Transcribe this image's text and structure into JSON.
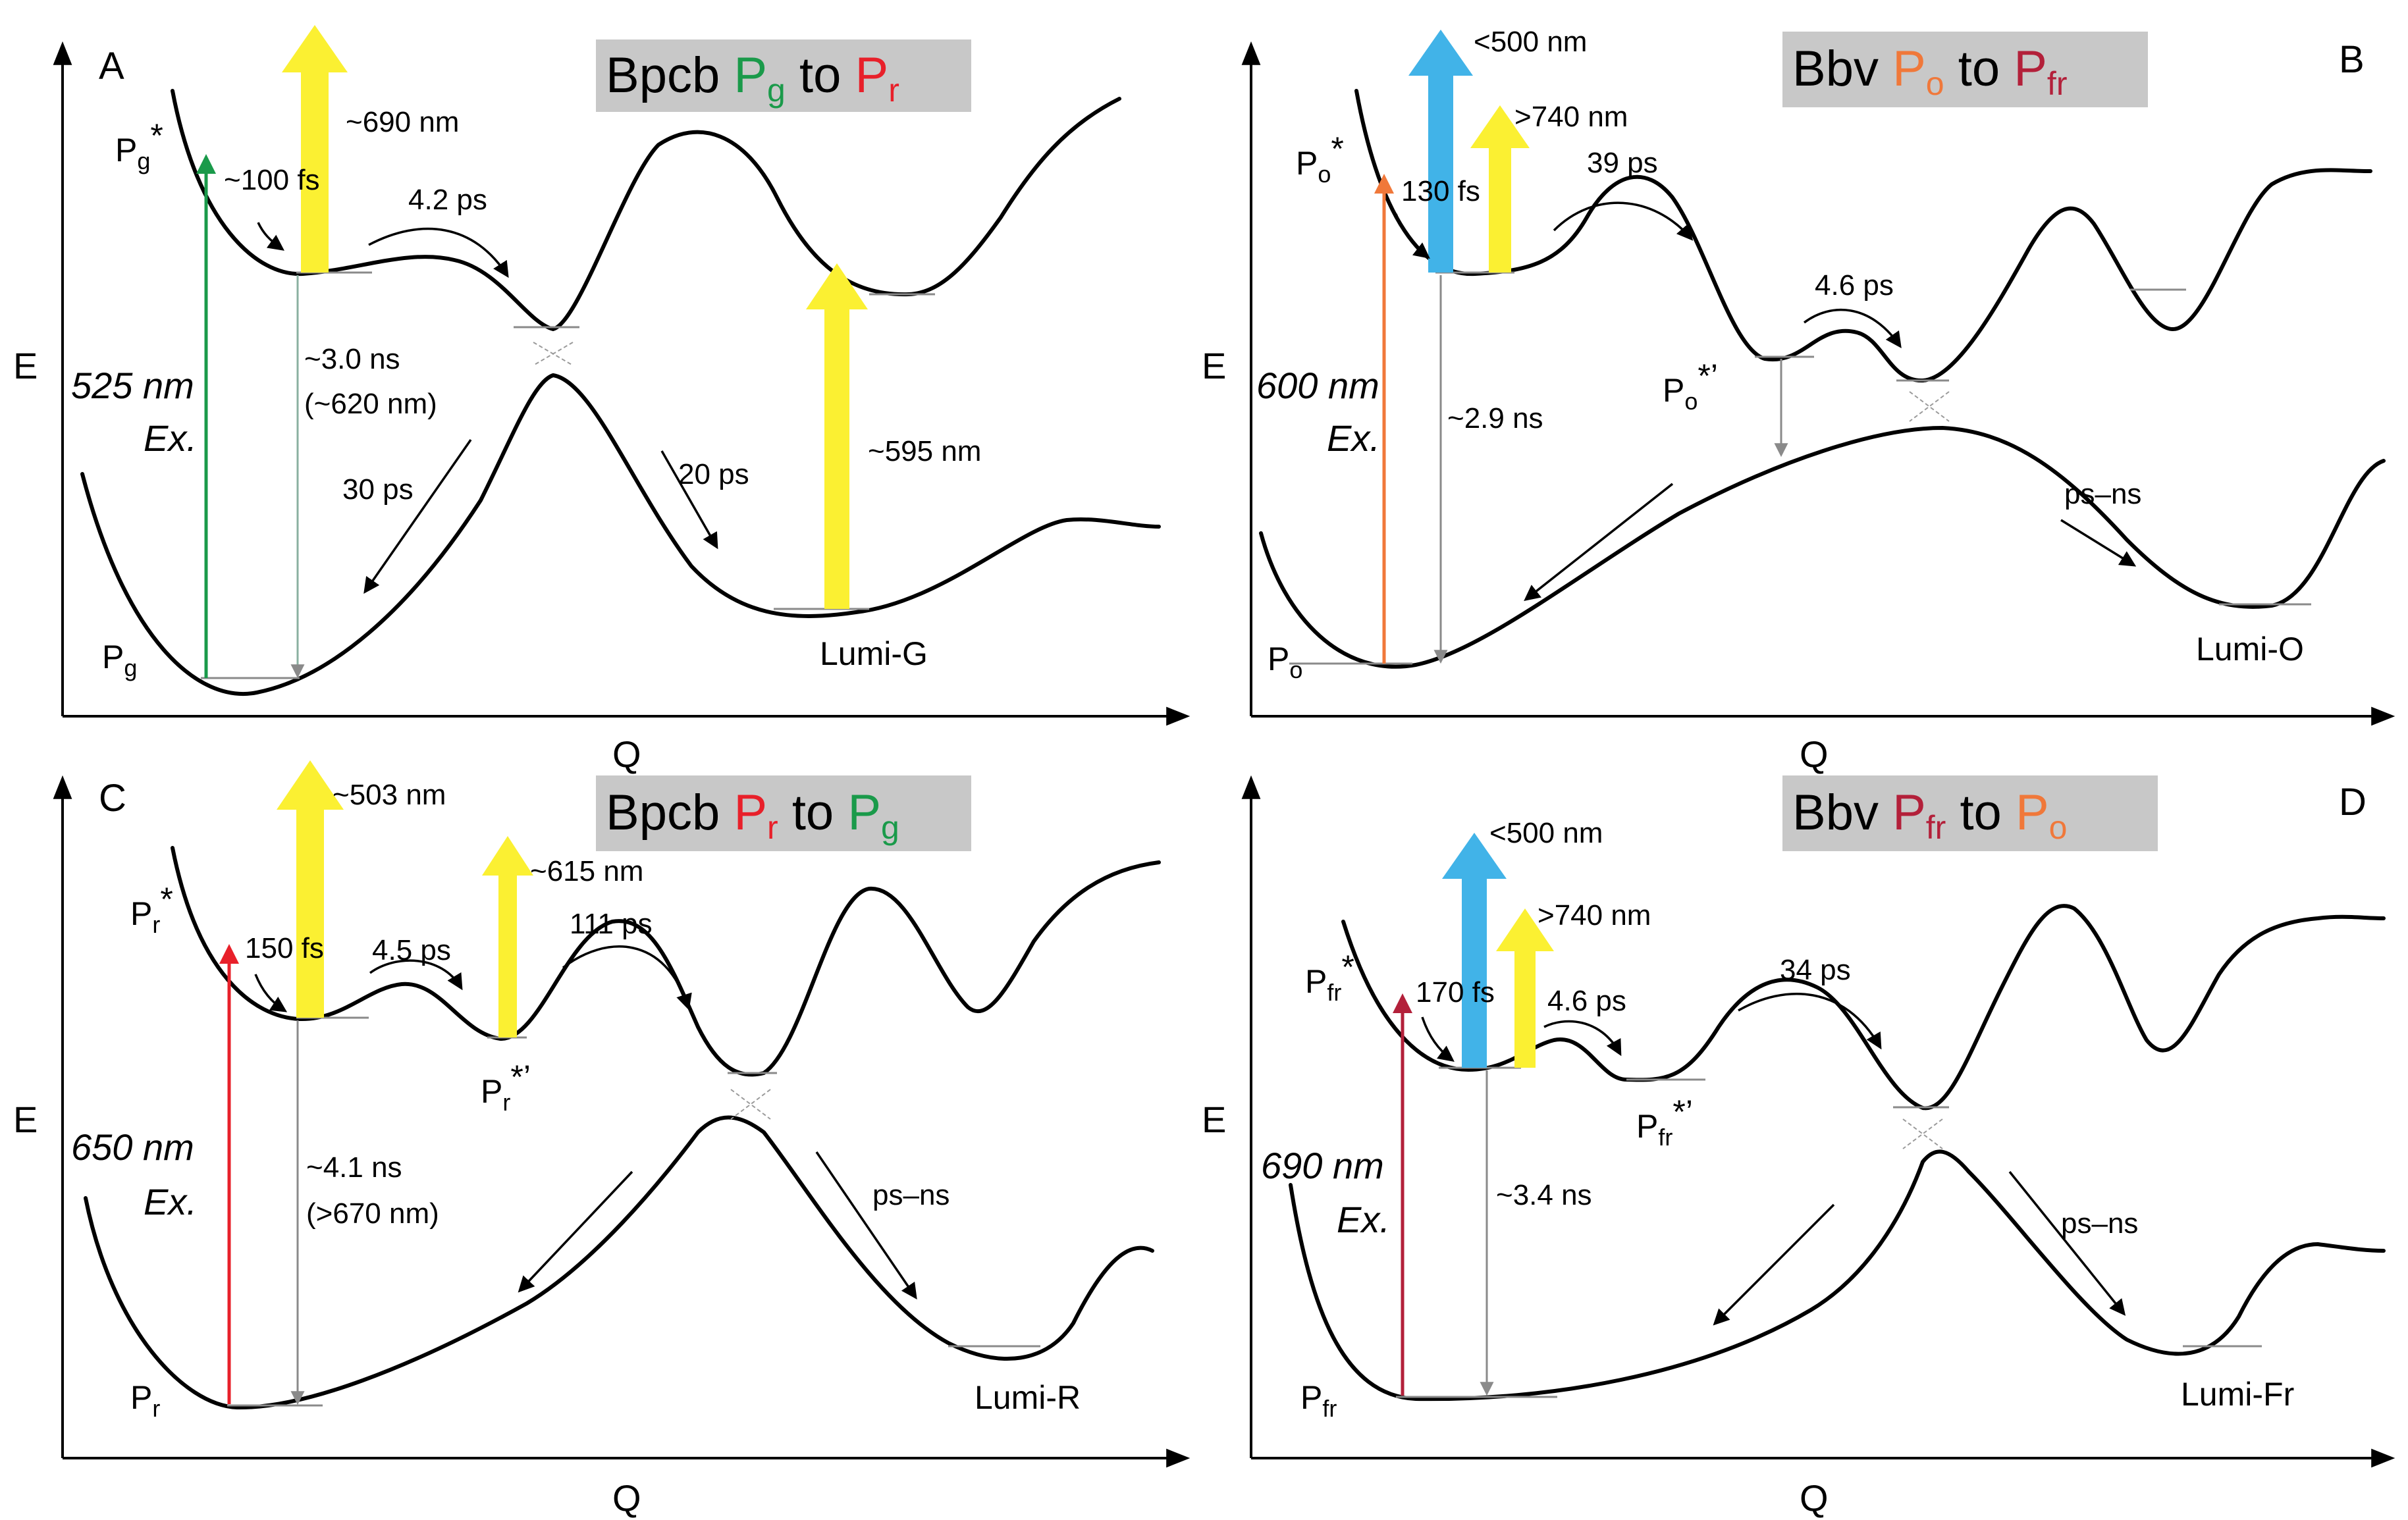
{
  "colors": {
    "green": "#1a9a4a",
    "red": "#e8202a",
    "darkred": "#b3203a",
    "orange": "#f0783a",
    "blue": "#1a1aa0",
    "gray_text": "#7a7a7a",
    "yellow": "#fbf032",
    "cyan": "#41b3e8",
    "title_box": "#c8c8c8"
  },
  "axes": {
    "y_label": "E",
    "x_label": "Q"
  },
  "panels": {
    "A": {
      "letter": "A",
      "title": {
        "prefix": "Bpcb ",
        "s1": "P",
        "s1_sub": "g",
        "mid": " to ",
        "s2": "P",
        "s2_sub": "r"
      },
      "excited": {
        "main": "P",
        "sub": "g",
        "sup": "*"
      },
      "ground": {
        "main": "P",
        "sub": "g"
      },
      "product": "Lumi-G",
      "excitation": {
        "nm": "525 nm",
        "ex": "Ex."
      },
      "emission_1": "~690 nm",
      "emission_2": "~595 nm",
      "times": {
        "t1": "~100 fs",
        "t2": "4.2 ps",
        "t3": "30 ps",
        "t4": "20 ps"
      },
      "fluor": {
        "time": "~3.0 ns",
        "nm": "(~620 nm)"
      }
    },
    "B": {
      "letter": "B",
      "title": {
        "prefix": "Bbv ",
        "s1": "P",
        "s1_sub": "o",
        "mid": " to ",
        "s2": "P",
        "s2_sub": "fr"
      },
      "excited": {
        "main": "P",
        "sub": "o",
        "sup": "*"
      },
      "inter": {
        "main": "P",
        "sub": "o",
        "sup": "*’"
      },
      "ground": {
        "main": "P",
        "sub": "o"
      },
      "product": "Lumi-O",
      "excitation": {
        "nm": "600 nm",
        "ex": "Ex."
      },
      "emission_1": "<500 nm",
      "emission_2": ">740 nm",
      "times": {
        "t1": "130 fs",
        "t2": "39 ps",
        "t3": "4.6 ps",
        "t4": "ps–ns"
      },
      "fluor": {
        "time": "~2.9 ns"
      }
    },
    "C": {
      "letter": "C",
      "title": {
        "prefix": "Bpcb ",
        "s1": "P",
        "s1_sub": "r",
        "mid": " to ",
        "s2": "P",
        "s2_sub": "g"
      },
      "excited": {
        "main": "P",
        "sub": "r",
        "sup": "*"
      },
      "inter": {
        "main": "P",
        "sub": "r",
        "sup": "*’"
      },
      "ground": {
        "main": "P",
        "sub": "r"
      },
      "product": "Lumi-R",
      "excitation": {
        "nm": "650 nm",
        "ex": "Ex."
      },
      "emission_1": "~503 nm",
      "emission_2": "~615 nm",
      "times": {
        "t1": "150 fs",
        "t2": "4.5 ps",
        "t3": "111 ps",
        "t4": "ps–ns"
      },
      "fluor": {
        "time": "~4.1 ns",
        "nm": "(>670 nm)"
      }
    },
    "D": {
      "letter": "D",
      "title": {
        "prefix": "Bbv ",
        "s1": "P",
        "s1_sub": "fr",
        "mid": " to ",
        "s2": "P",
        "s2_sub": "o"
      },
      "excited": {
        "main": "P",
        "sub": "fr",
        "sup": "*"
      },
      "inter": {
        "main": "P",
        "sub": "fr",
        "sup": "*’"
      },
      "ground": {
        "main": "P",
        "sub": "fr"
      },
      "product": "Lumi-Fr",
      "excitation": {
        "nm": "690 nm",
        "ex": "Ex."
      },
      "emission_1": "<500 nm",
      "emission_2": ">740 nm",
      "times": {
        "t1": "170 fs",
        "t2": "4.6 ps",
        "t3": "34 ps",
        "t4": "ps–ns"
      },
      "fluor": {
        "time": "~3.4 ns"
      }
    }
  }
}
